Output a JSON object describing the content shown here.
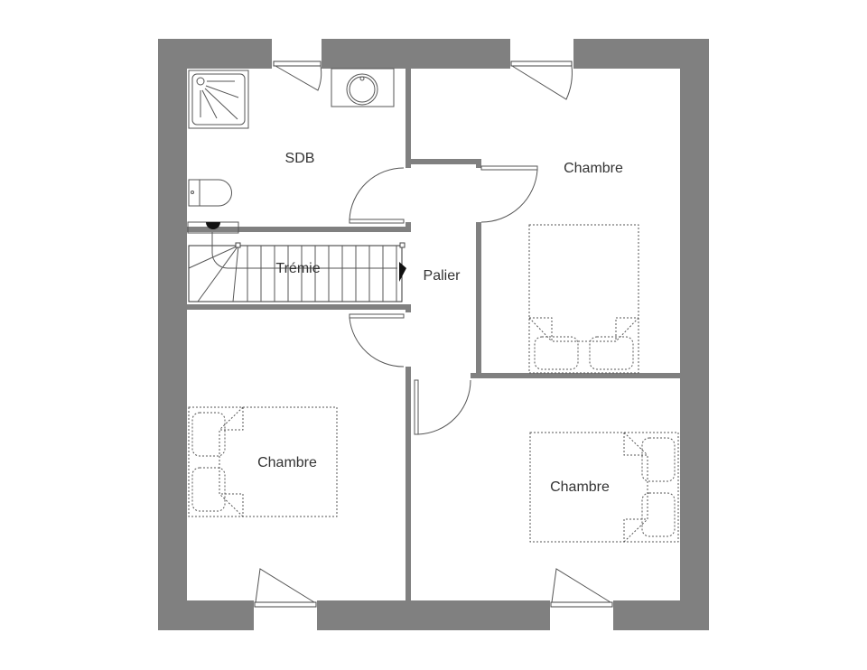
{
  "rooms": {
    "bathroom": "SDB",
    "stairwell": "Trémie",
    "landing": "Palier",
    "bedroom_top_right": "Chambre",
    "bedroom_bottom_left": "Chambre",
    "bedroom_bottom_right": "Chambre"
  },
  "colors": {
    "wall": "#808080",
    "background": "#ffffff",
    "line": "#555555"
  }
}
